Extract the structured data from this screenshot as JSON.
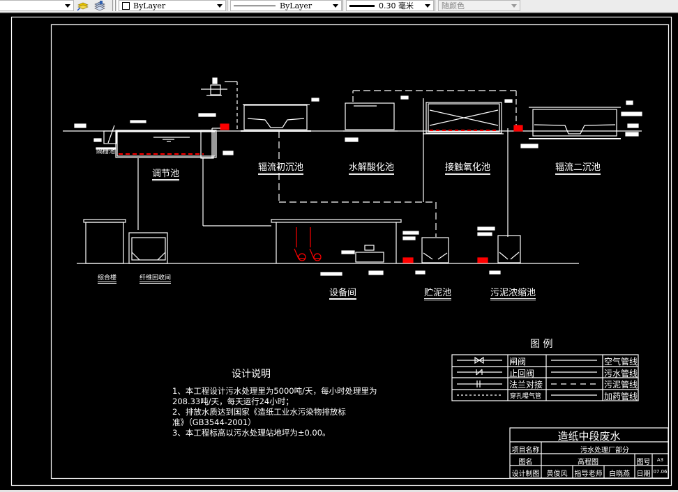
{
  "toolbar": {
    "color_combo": {
      "value": "ByLayer",
      "swatch": "white"
    },
    "linetype_combo": {
      "value": "ByLayer"
    },
    "lineweight_combo": {
      "value": "0.30 毫米"
    },
    "plotstyle_combo": {
      "value": "随颜色"
    },
    "icons": [
      "layer-previous-icon",
      "layer-states-icon"
    ]
  },
  "drawing": {
    "tanks": [
      {
        "id": "grit",
        "label": "隔栅池"
      },
      {
        "id": "equalization",
        "label": "调节池"
      },
      {
        "id": "primary-clarifier",
        "label": "辐流初沉池"
      },
      {
        "id": "hydrolysis",
        "label": "水解酸化池"
      },
      {
        "id": "contact-oxidation",
        "label": "接触氧化池"
      },
      {
        "id": "secondary-clarifier",
        "label": "辐流二沉池"
      },
      {
        "id": "office",
        "label": "综合楼"
      },
      {
        "id": "fiber-recovery",
        "label": "纤维回收间"
      },
      {
        "id": "equipment-room",
        "label": "设备间"
      },
      {
        "id": "sludge-storage",
        "label": "贮泥池"
      },
      {
        "id": "sludge-thickener",
        "label": "污泥浓缩池"
      }
    ],
    "colors": {
      "background": "#000000",
      "line": "#ffffff",
      "pump": "#ff0000"
    }
  },
  "legend": {
    "title": "图 例",
    "rows": [
      {
        "symbol": "gate-valve",
        "label": "闸阀",
        "line": "solid",
        "line_label": "空气管线"
      },
      {
        "symbol": "check-valve",
        "label": "止回阀",
        "line": "solid",
        "line_label": "污水管线"
      },
      {
        "symbol": "flange-joint",
        "label": "法兰对接",
        "line": "dashed",
        "line_label": "污泥管线"
      },
      {
        "symbol": "perforated-aerator",
        "label": "穿孔曝气管",
        "line": "solid",
        "line_label": "加药管线"
      }
    ]
  },
  "notes": {
    "title": "设计说明",
    "lines": [
      "1、本工程设计污水处理里为5000吨/天，每小时处理里为",
      "208.33吨/天，每天运行24小时；",
      "2、排放水质达到国家《造纸工业水污染物排放标",
      "准》（GB3544-2001）",
      "3、本工程标高以污水处理站地坪为±0.00。"
    ]
  },
  "title_block": {
    "title": "造纸中段废水",
    "project_label": "项目名称",
    "project_value": "污水处理厂部分",
    "drawing_label": "图名",
    "drawing_value": "高程图",
    "number_label": "图号",
    "number_value": "A3",
    "designer_label": "设计制图",
    "designer": "黄俊风",
    "advisor_label": "指导老师",
    "advisor": "白晓燕",
    "date_label": "日期",
    "date_value": "07.06"
  }
}
